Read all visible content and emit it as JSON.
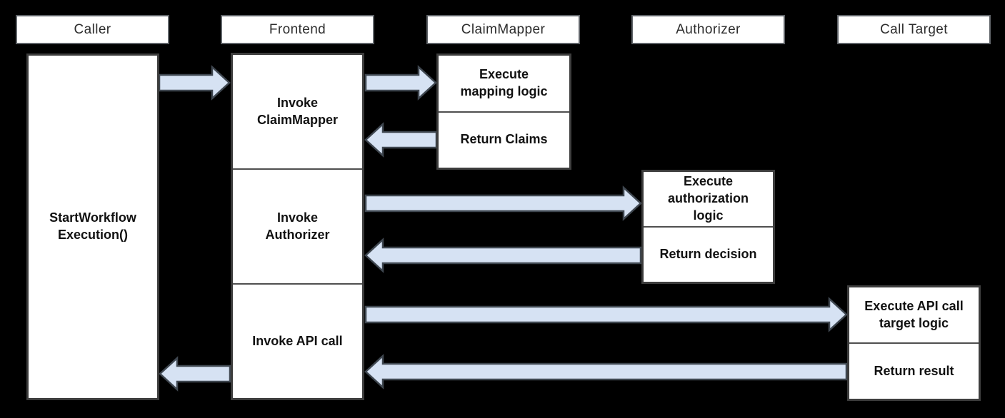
{
  "diagram_type": "sequence-flow",
  "lanes": [
    {
      "header": "Caller",
      "tasks": [
        "StartWorkflow\nExecution()"
      ]
    },
    {
      "header": "Frontend",
      "tasks": [
        "Invoke\nClaimMapper",
        "Invoke\nAuthorizer",
        "Invoke API call"
      ]
    },
    {
      "header": "ClaimMapper",
      "tasks": [
        "Execute\nmapping logic",
        "Return Claims"
      ]
    },
    {
      "header": "Authorizer",
      "tasks": [
        "Execute\nauthorization\nlogic",
        "Return decision"
      ]
    },
    {
      "header": "Call Target",
      "tasks": [
        "Execute API call\ntarget logic",
        "Return result"
      ]
    }
  ],
  "flows": [
    {
      "from": "Caller",
      "to": "Frontend",
      "direction": "right"
    },
    {
      "from": "Frontend",
      "to": "ClaimMapper",
      "direction": "right"
    },
    {
      "from": "ClaimMapper",
      "to": "Frontend",
      "direction": "left"
    },
    {
      "from": "Frontend",
      "to": "Authorizer",
      "direction": "right"
    },
    {
      "from": "Authorizer",
      "to": "Frontend",
      "direction": "left"
    },
    {
      "from": "Frontend",
      "to": "Call Target",
      "direction": "right"
    },
    {
      "from": "Call Target",
      "to": "Frontend",
      "direction": "left"
    },
    {
      "from": "Frontend",
      "to": "Caller",
      "direction": "left"
    }
  ],
  "colors": {
    "bg": "#000000",
    "box-bg": "#ffffff",
    "box-border": "#3d3d3d",
    "header-border": "#5f6368",
    "arrow-fill": "#d6e2f3",
    "arrow-stroke": "#3f4750",
    "header-text": "#2d2d2d",
    "task-text": "#111111"
  }
}
